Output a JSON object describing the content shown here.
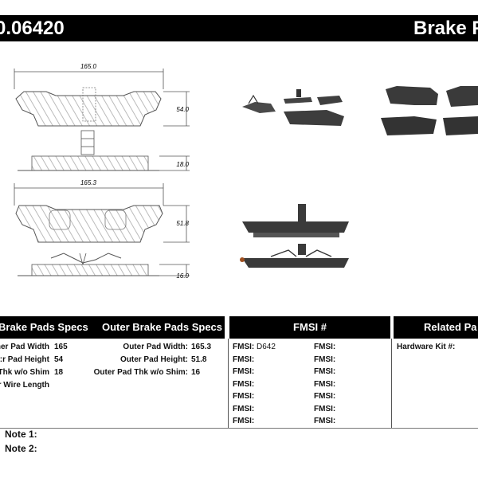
{
  "header": {
    "part_number": "0.06420",
    "title": "Brake F"
  },
  "drawing": {
    "inner_width": "165.0",
    "inner_height": "54.0",
    "inner_thickness": "18.0",
    "outer_width": "165.3",
    "outer_height": "51.8",
    "outer_thickness": "16.0"
  },
  "sections": {
    "inner_title": "Brake Pads Specs",
    "outer_title": "Outer Brake Pads Specs",
    "fmsi_title": "FMSI #",
    "related_title": "Related Pa"
  },
  "inner_specs": [
    {
      "label": "ner Pad Width:",
      "value": "165"
    },
    {
      "label": "r Pad Height:",
      "value": "54"
    },
    {
      "label": "Thk w/o Shim:",
      "value": "18"
    },
    {
      "label": "r Wire Length:",
      "value": ""
    }
  ],
  "outer_specs": [
    {
      "label": "Outer Pad Width:",
      "value": "165.3"
    },
    {
      "label": "Outer Pad Height:",
      "value": "51.8"
    },
    {
      "label": "Outer Pad Thk w/o Shim:",
      "value": "16"
    }
  ],
  "fmsi": {
    "label": "FMSI:",
    "col1_values": [
      "D642",
      "",
      "",
      "",
      "",
      "",
      ""
    ],
    "col2_values": [
      "",
      "",
      "",
      "",
      "",
      "",
      ""
    ]
  },
  "related": {
    "hardware_label": "Hardware Kit #:",
    "hardware_value": ""
  },
  "notes": [
    {
      "label": "Note 1:",
      "value": ""
    },
    {
      "label": "Note 2:",
      "value": ""
    }
  ],
  "colors": {
    "pad": "#3d3d3d",
    "pad_dark": "#2a2a2a",
    "line": "#555555",
    "header": "#000000"
  },
  "icons": [
    "brake-pad-icon",
    "wear-sensor-icon",
    "shim-icon"
  ]
}
